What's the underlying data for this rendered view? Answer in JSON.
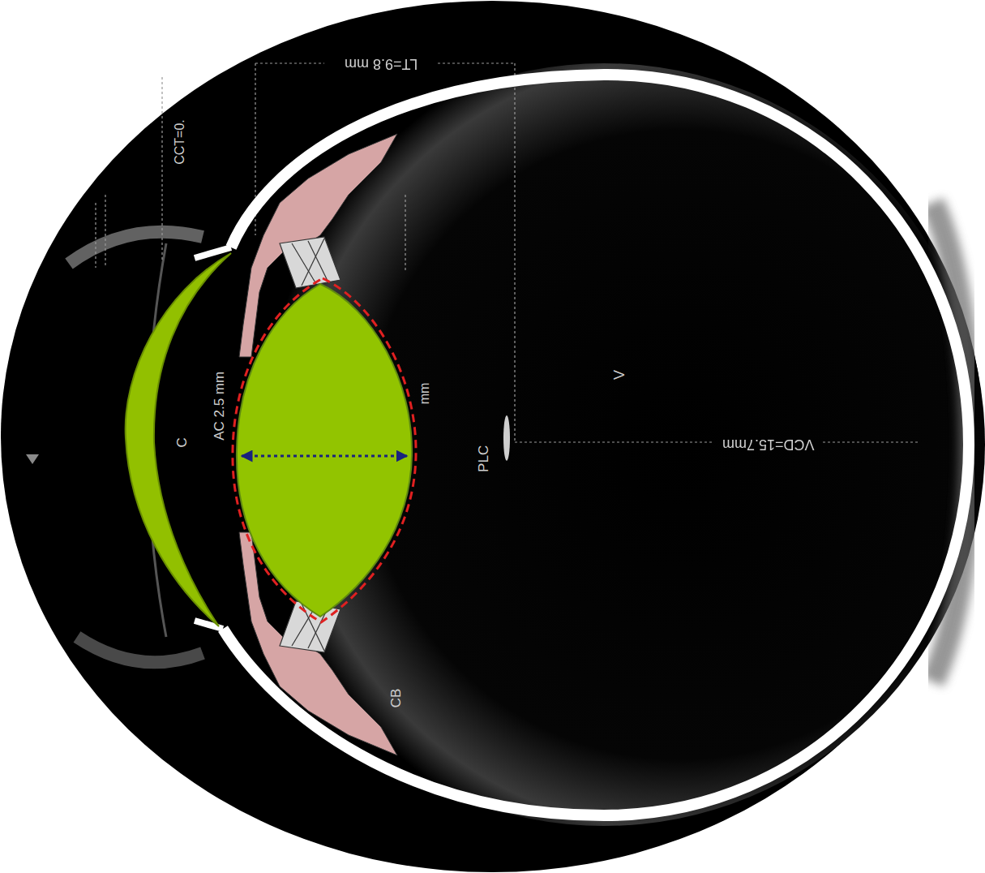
{
  "diagram": {
    "labels": [
      "LT=9.8 mm",
      "CCT=0.",
      "AC 2.5 mm",
      "C",
      "mm",
      "PLC",
      "V",
      "VCD=15.7mm",
      "CB"
    ]
  }
}
